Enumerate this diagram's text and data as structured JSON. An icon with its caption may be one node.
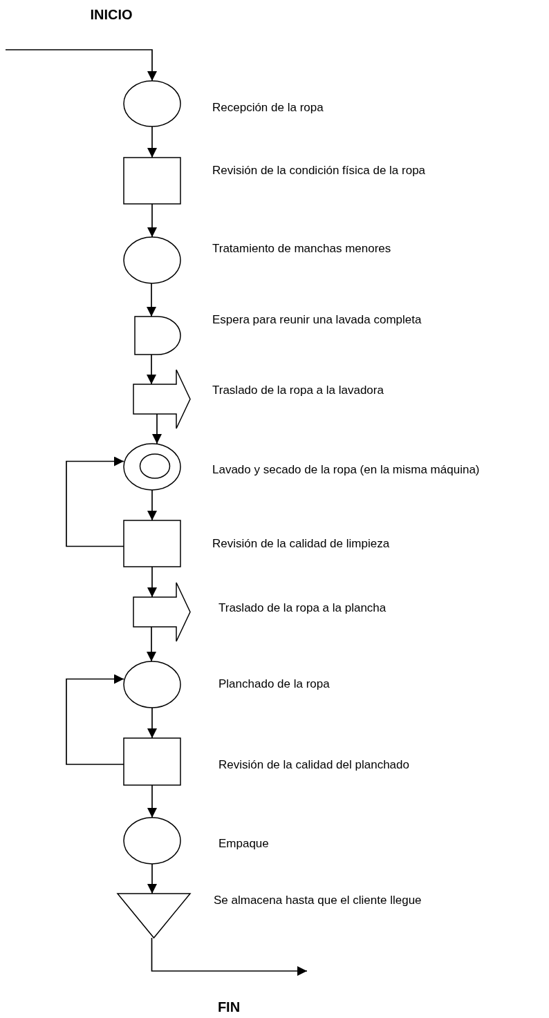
{
  "diagram": {
    "nodes": [
      {
        "text": [],
        "shape": "circle",
        "beside": [
          "Recepción de la ropa"
        ]
      },
      {
        "text": [],
        "shape": "box",
        "beside": [
          "Revisión de la condición física de la ropa"
        ]
      },
      {
        "text": [],
        "shape": "circle",
        "beside": [
          "Tratamiento de manchas menores"
        ]
      },
      {
        "text": [],
        "shape": "delay",
        "beside": [
          "Espera para reunir una lavada completa"
        ]
      },
      {
        "text": [],
        "shape": "arrow",
        "beside": [
          "Traslado de la ropa a la lavadora"
        ]
      },
      {
        "text": [],
        "shape": "double-circle",
        "beside": [
          "Lavado y secado de la ropa (en la misma máquina)"
        ]
      },
      {
        "text": [],
        "shape": "box",
        "beside": [
          "Revisión de la calidad de limpieza"
        ]
      },
      {
        "text": [],
        "shape": "arrow",
        "beside": [
          "Traslado de la ropa a la plancha"
        ]
      },
      {
        "text": [],
        "shape": "circle",
        "beside": [
          "Planchado de la ropa"
        ]
      },
      {
        "text": [],
        "shape": "box",
        "beside": [
          "Revisión de la calidad del planchado"
        ]
      },
      {
        "text": [],
        "shape": "circle",
        "beside": [
          "Empaque"
        ]
      },
      {
        "text": [],
        "shape": "triangle",
        "beside": [
          "Se almacena hasta que el cliente llegue"
        ]
      }
    ],
    "edges": [
      {
        "from": null,
        "to": 0,
        "arrow": "to"
      },
      {
        "from": 0,
        "to": 1,
        "arrow": "to"
      },
      {
        "from": 1,
        "to": 2,
        "arrow": "to"
      },
      {
        "from": 2,
        "to": 3,
        "arrow": "to"
      },
      {
        "from": 3,
        "to": 4,
        "arrow": "to"
      },
      {
        "from": 4,
        "to": 5,
        "arrow": "to"
      },
      {
        "from": 5,
        "to": 6,
        "arrow": "to"
      },
      {
        "from": 6,
        "to": 5,
        "arrow": "to"
      },
      {
        "from": 6,
        "to": 7,
        "arrow": "to"
      },
      {
        "from": 7,
        "to": 8,
        "arrow": "to"
      },
      {
        "from": 8,
        "to": 9,
        "arrow": "to"
      },
      {
        "from": 9,
        "to": 8,
        "arrow": "to"
      },
      {
        "from": 9,
        "to": 10,
        "arrow": "to"
      },
      {
        "from": 10,
        "to": 11,
        "arrow": "to"
      },
      {
        "from": 11,
        "to": null,
        "arrow": "to"
      }
    ],
    "labels": [
      "INICIO",
      "FIN"
    ]
  }
}
